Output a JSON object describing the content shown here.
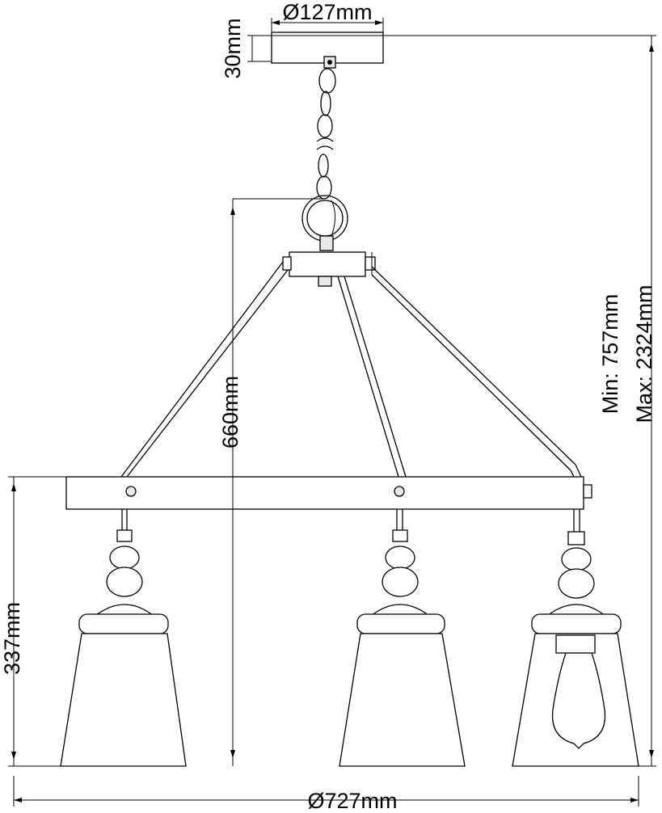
{
  "dimensions": {
    "canopy_diameter": "Ø127mm",
    "canopy_height": "30mm",
    "frame_height": "660mm",
    "shade_height": "337mm",
    "overall_diameter": "Ø727mm",
    "drop_min": "Min: 757mm",
    "drop_max": "Max: 2324mm"
  }
}
